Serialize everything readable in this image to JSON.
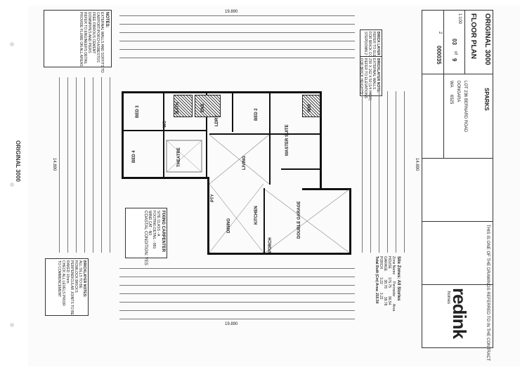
{
  "stamp_left": "ORIGINAL 3000",
  "notes": {
    "title": "NOTES:",
    "lines": [
      "EXTERNAL WALLS AND SOFFITS TO",
      "CARPORT/PORCH ASBESTOS",
      "FREE FIBROUS CEMENT",
      "DOWNPIPES AND PIERS",
      "REFER TO ENGINEERS DETAIL",
      "PROVIDE FLUME ON ALL AREAS"
    ]
  },
  "bricklayer_notes_top": {
    "title": "BRICK LAYER NOTE:",
    "lines": [
      "REFER TO ELEVATIONS",
      "FOR BRICK COURSES",
      "STEPDOWN 2 COURSES"
    ]
  },
  "bricklayer_notes_side": {
    "title": "BRICKLAYER NOTE:",
    "lines": [
      "EXTERNAL WALLS",
      "230 X 162 X 50 (1/4 HIGH)",
      "REFER TO ELEVATIONS",
      "FOR BRICK HEIGHTS"
    ]
  },
  "bricklayer_notes_bottom": {
    "title": "BRICKLAYER NOTES:",
    "lines": [
      "ALL SILLS TO BE",
      "ROWLOCK BRICKS",
      "PERPENDICULAR JOINTS TO BE",
      "RAKED 10mm",
      "CHECK ALL LEVELS PRIOR",
      "TO COMMENCEMENT"
    ]
  },
  "fixing": {
    "title": "FIXING CARPENTER",
    "lines": [
      "SITE CLASS - A",
      "FOOTING DETAIL - 0B1",
      "WIND CAT - N3",
      "COASTAL CONDITION: YES"
    ]
  },
  "rooms": {
    "bed2": "BED 2",
    "bed3": "BED 3",
    "bed4": "BED 4",
    "master": "MASTER SUITE",
    "theatre": "THEATRE",
    "living": "LIVING",
    "dining": "DINING",
    "kitchen": "KITCHEN",
    "garage": "DOUBLE GARAGE",
    "ens": "ENS",
    "wir": "WIR",
    "bath": "BATH",
    "ldry": "LDRY",
    "wc": "WC",
    "porch": "PORCH",
    "pantry": "PTY"
  },
  "site_zones": {
    "title": "Site Zones: All Stories",
    "header": [
      "Zone Name",
      "Perimeter",
      "Area"
    ],
    "rows": [
      [
        "HOUSE",
        "176.75",
        "86.54"
      ],
      [
        "GARAGE",
        "38.78",
        "38.78"
      ],
      [
        "PORCH",
        "3.22",
        "3.22"
      ]
    ],
    "total": "Total Built (Cm) Area: 215.54"
  },
  "title_block": {
    "project": "SPARKS",
    "address": "LOT 236 BERNARD ROAD",
    "suburb": "DONGARA",
    "state": "WA",
    "postcode": "6525",
    "plan_label": "FLOOR PLAN",
    "plan_range": "ORIGINAL 3000",
    "sheet": "03",
    "of": "of",
    "total_sheets": "9",
    "job_no": "000035",
    "scale": "1:100",
    "revision": "2",
    "contract_note": "THIS IS ONE OF THE DRAWINGS REFERRED TO IN THE CONTRACT",
    "brand": "redink",
    "brand_suffix": "homes"
  },
  "dims": {
    "overall_width": "19.890",
    "overall_depth": "14.890",
    "right_depth": "14.890"
  }
}
